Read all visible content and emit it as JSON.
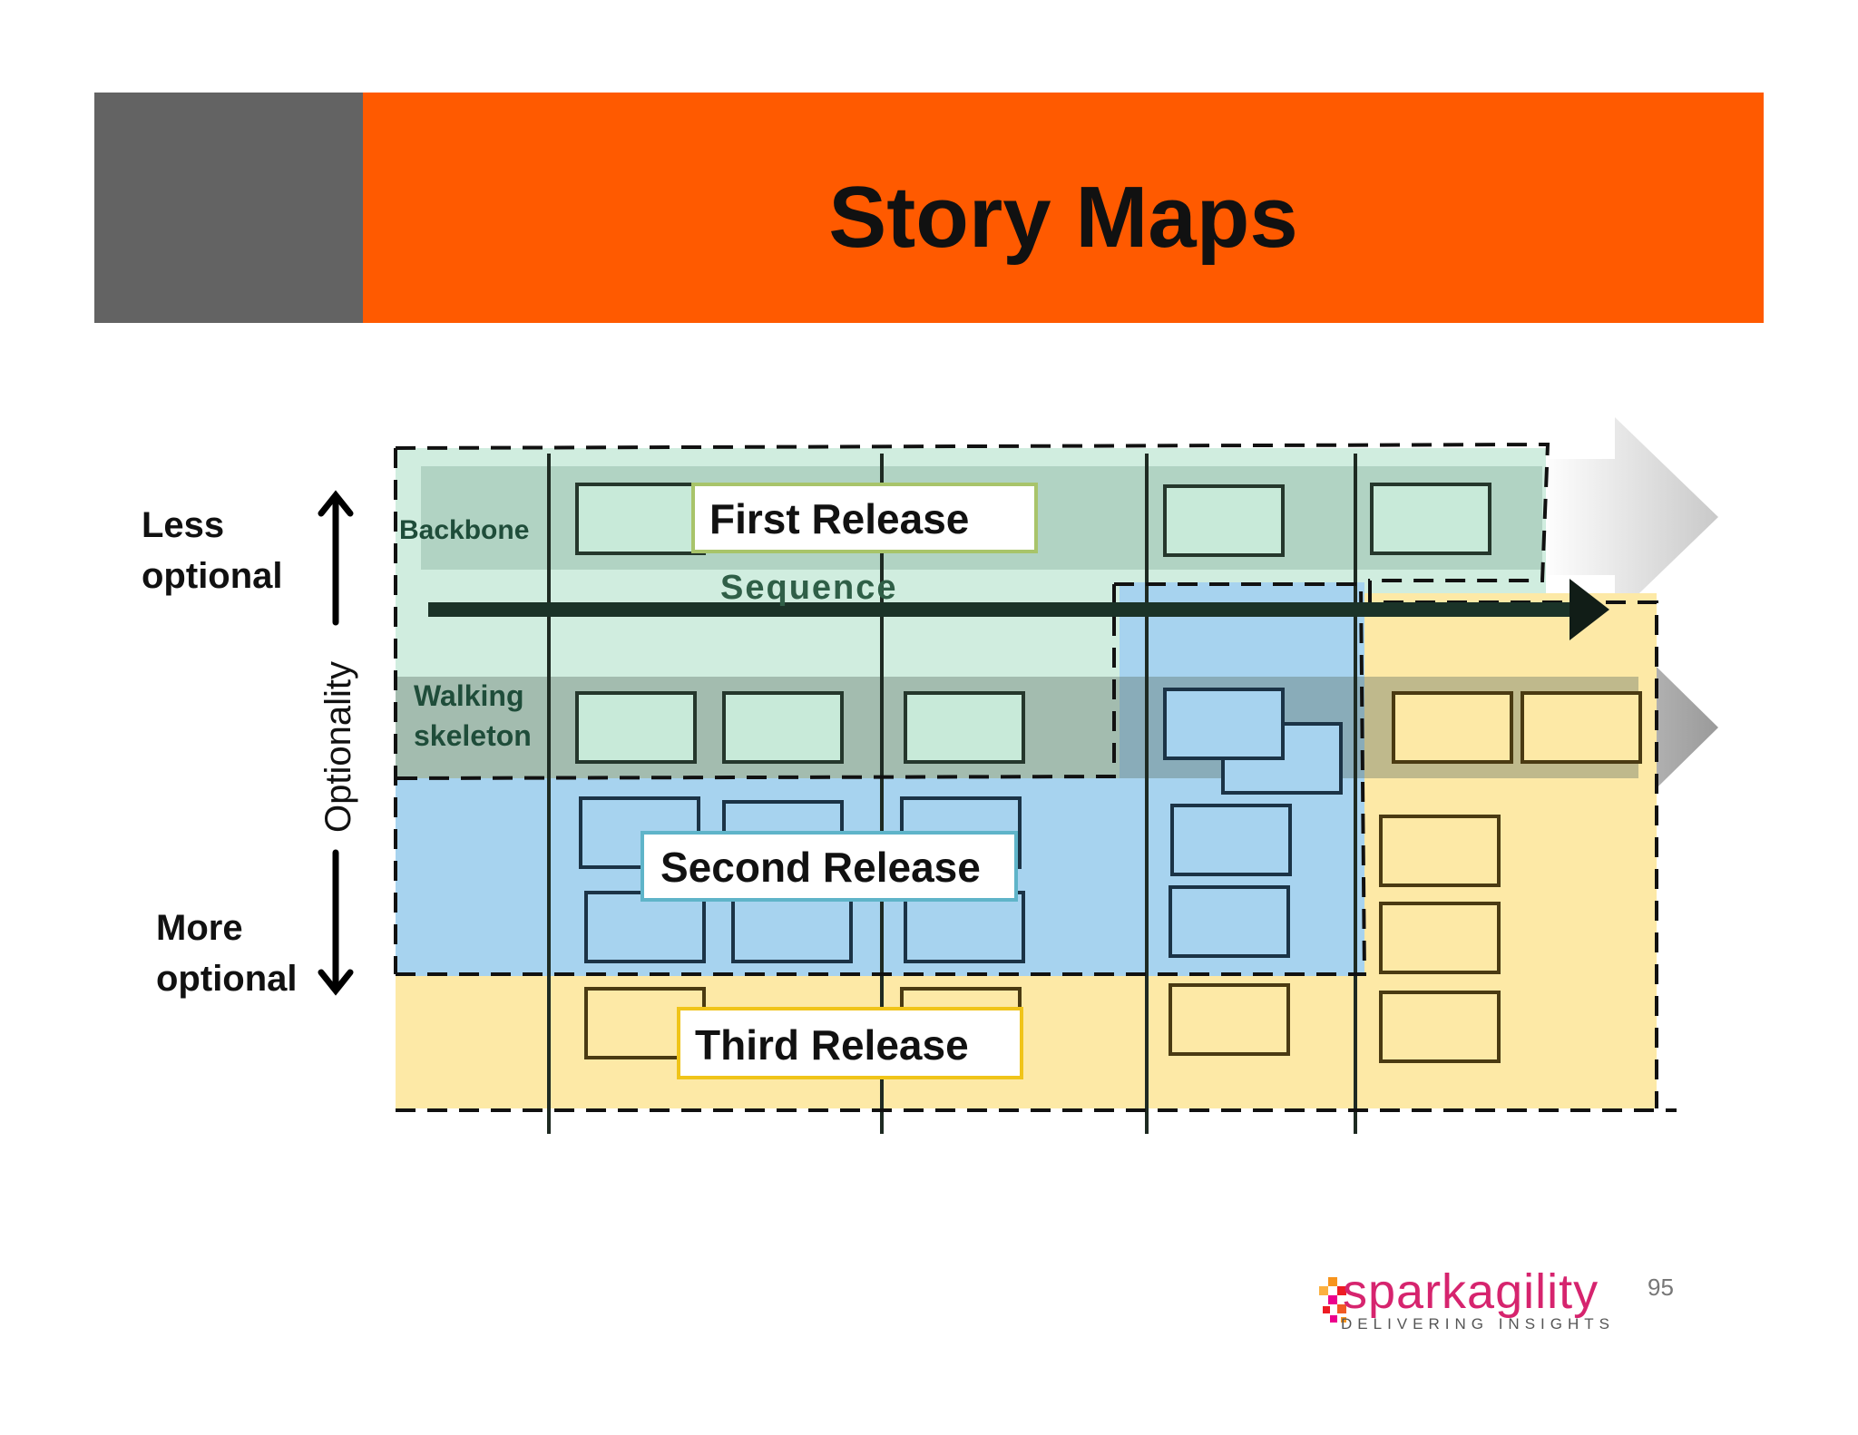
{
  "slide": {
    "title": "Story Maps",
    "page_number": "95",
    "colors": {
      "title_bar": "#ff5a00",
      "side_block": "#636363",
      "first_release": "#c8ead9",
      "second_release": "#a7d3ef",
      "third_release": "#fde9a6"
    }
  },
  "axis": {
    "less_line1": "Less",
    "less_line2": "optional",
    "more_line1": "More",
    "more_line2": "optional",
    "label": "Optionality"
  },
  "map": {
    "backbone_label": "Backbone",
    "sequence_label": "Sequence",
    "walking_line1": "Walking",
    "walking_line2": "skeleton",
    "releases": [
      {
        "name": "First Release",
        "border": "#a8c46a"
      },
      {
        "name": "Second Release",
        "border": "#5fb4c9"
      },
      {
        "name": "Third Release",
        "border": "#f0c419"
      }
    ]
  },
  "logo": {
    "name": "sparkagility",
    "tagline": "DELIVERING INSIGHTS",
    "icon": "pixel-spark-icon"
  }
}
